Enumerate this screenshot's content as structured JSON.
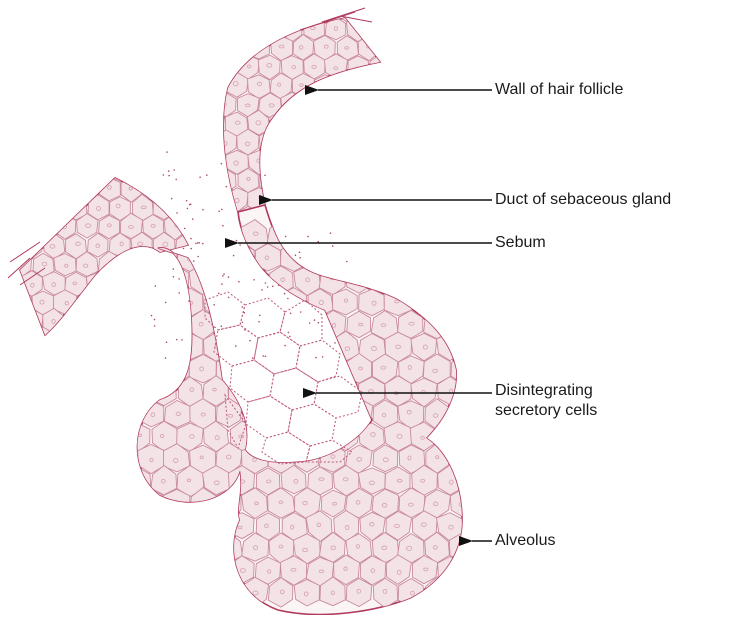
{
  "diagram": {
    "labels": {
      "wall_of_hair_follicle": "Wall of hair follicle",
      "duct_of_sebaceous_gland": "Duct of sebaceous gland",
      "sebum": "Sebum",
      "disintegrating_line1": "Disintegrating",
      "disintegrating_line2": "secretory cells",
      "alveolus": "Alveolus"
    },
    "colors": {
      "outline": "#b03a5b",
      "cell_fill": "#f3e3e7",
      "cell_edge": "#c98a9c",
      "nucleus": "#d7a6b3",
      "arrow": "#111111"
    }
  }
}
